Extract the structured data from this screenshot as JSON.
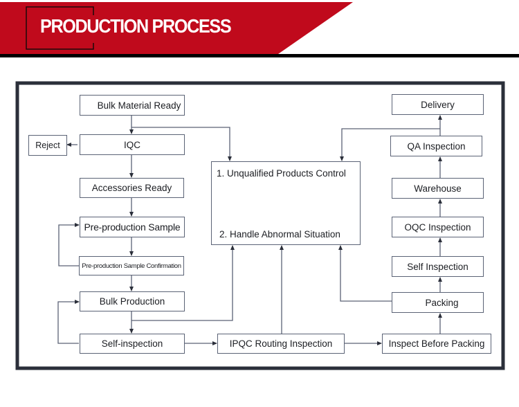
{
  "header": {
    "title": "PRODUCTION PROCESS",
    "banner_color": "#c00a1c",
    "bar_color": "#000000"
  },
  "diagram": {
    "frame_color": "#2b2f3a",
    "line_color": "#5a6275",
    "nodes": {
      "bulk_material_ready": "Bulk Material Ready",
      "iqc": "IQC",
      "reject": "Reject",
      "accessories_ready": "Accessories Ready",
      "pre_production_sample": "Pre-production Sample",
      "pre_production_sample_confirmation": "Pre-production Sample Confirmation",
      "bulk_production": "Bulk Production",
      "self_inspection_left": "Self-inspection",
      "ipqc_routing_inspection": "IPQC Routing Inspection",
      "inspect_before_packing": "Inspect Before Packing",
      "packing": "Packing",
      "self_inspection_right": "Self Inspection",
      "oqc_inspection": "OQC Inspection",
      "warehouse": "Warehouse",
      "qa_inspection": "QA Inspection",
      "delivery": "Delivery"
    },
    "control_box": {
      "item1": "1. Unqualified Products Control",
      "item2": "2. Handle Abnormal Situation"
    },
    "edges": [
      [
        "bulk_material_ready",
        "iqc"
      ],
      [
        "bulk_material_ready",
        "control_box"
      ],
      [
        "iqc",
        "reject"
      ],
      [
        "iqc",
        "accessories_ready"
      ],
      [
        "accessories_ready",
        "pre_production_sample"
      ],
      [
        "pre_production_sample",
        "pre_production_sample_confirmation"
      ],
      [
        "pre_production_sample_confirmation",
        "pre_production_sample"
      ],
      [
        "pre_production_sample_confirmation",
        "bulk_production"
      ],
      [
        "bulk_production",
        "self_inspection_left"
      ],
      [
        "bulk_production",
        "control_box"
      ],
      [
        "self_inspection_left",
        "bulk_production"
      ],
      [
        "self_inspection_left",
        "ipqc_routing_inspection"
      ],
      [
        "ipqc_routing_inspection",
        "control_box"
      ],
      [
        "ipqc_routing_inspection",
        "inspect_before_packing"
      ],
      [
        "inspect_before_packing",
        "packing"
      ],
      [
        "packing",
        "control_box"
      ],
      [
        "packing",
        "self_inspection_right"
      ],
      [
        "self_inspection_right",
        "oqc_inspection"
      ],
      [
        "oqc_inspection",
        "warehouse"
      ],
      [
        "warehouse",
        "qa_inspection"
      ],
      [
        "qa_inspection",
        "delivery"
      ],
      [
        "qa_inspection",
        "control_box"
      ]
    ]
  }
}
